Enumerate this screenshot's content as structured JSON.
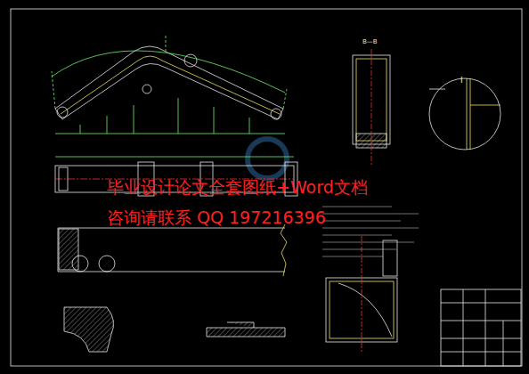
{
  "diagram": {
    "labels": [
      "毕业设计论文全套图纸+Word文档",
      "咨询请联系 QQ 197216396",
      "B—B",
      "I"
    ]
  }
}
